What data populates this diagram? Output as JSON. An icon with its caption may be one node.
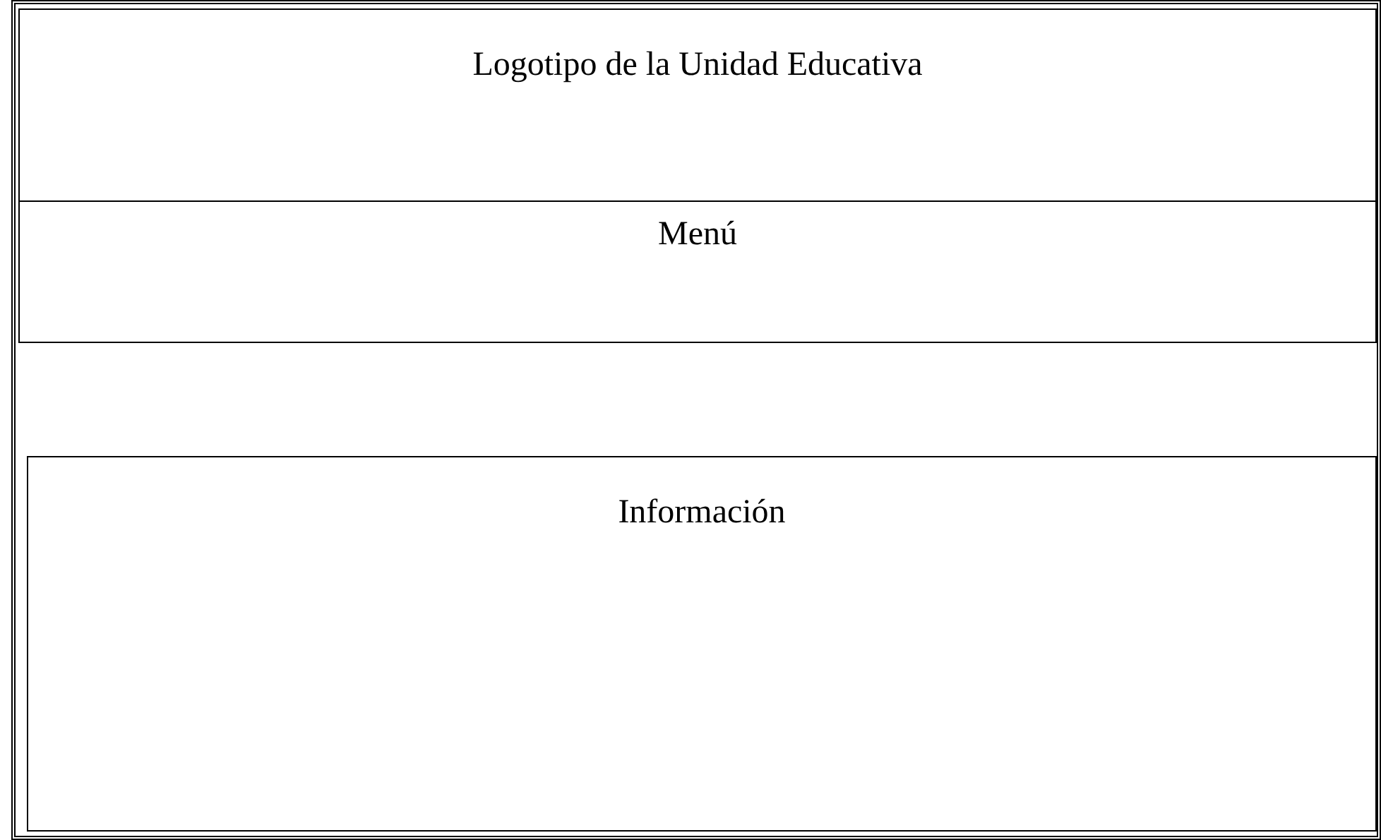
{
  "diagram": {
    "nodes": [
      {
        "text": [],
        "shape": "box"
      },
      {
        "text": [
          "Logotipo de la Unidad Educativa"
        ],
        "in": 0
      },
      {
        "text": [
          "Menú"
        ],
        "in": 0
      },
      {
        "text": [
          "Información"
        ],
        "in": 0
      }
    ]
  }
}
